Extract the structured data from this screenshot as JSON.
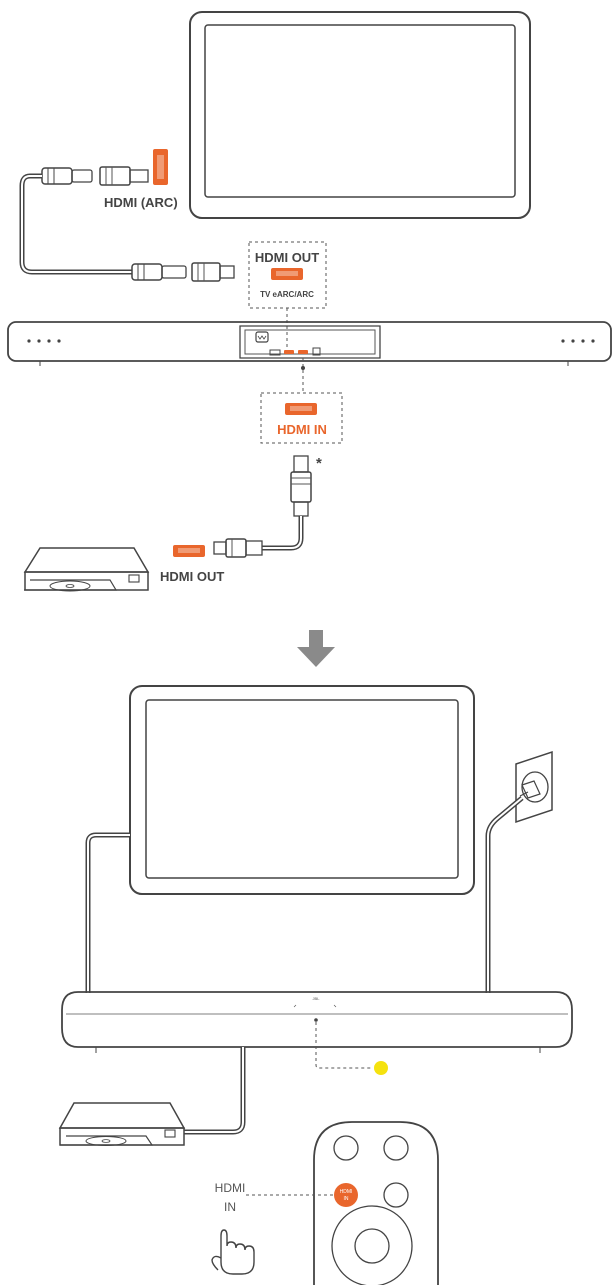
{
  "labels": {
    "tv_hdmi_arc": "HDMI (ARC)",
    "soundbar_hdmi_out": "HDMI OUT",
    "soundbar_tv_earc": "TV eARC/ARC",
    "soundbar_hdmi_in": "HDMI IN",
    "asterisk": "*",
    "player_hdmi_out": "HDMI OUT",
    "soundbar_brand": "JBL",
    "remote_pointer_line1": "HDMI",
    "remote_pointer_line2": "IN",
    "remote_button_line1": "HDMI",
    "remote_button_line2": "IN"
  },
  "icons": {
    "step_arrow": "arrow-down-icon",
    "hand": "hand-pointer-icon",
    "indicator": "status-light-icon"
  },
  "colors": {
    "hdmi_port": "#e9662c",
    "indicator_light": "#f5e20f",
    "step_arrow": "#8a8a8a",
    "cable": "#777777"
  }
}
